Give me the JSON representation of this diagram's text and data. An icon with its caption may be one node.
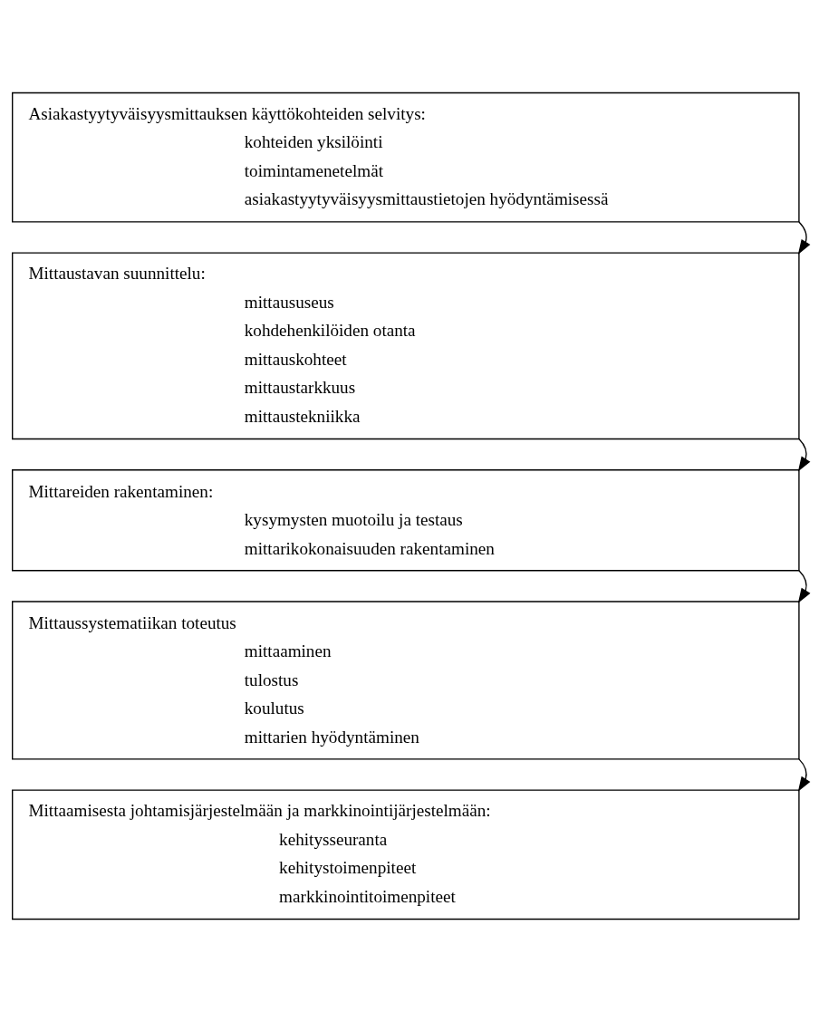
{
  "diagram": {
    "nodes": [
      {
        "text": [
          "Asiakastyytyväisyysmittauksen käyttökohteiden selvitys:",
          "kohteiden yksilöinti",
          "toimintamenetelmät",
          "asiakastyytyväisyysmittaustietojen hyödyntämisessä"
        ]
      },
      {
        "text": [
          "Mittaustavan suunnittelu:",
          "mittaususeus",
          "kohdehenkilöiden otanta",
          "mittauskohteet",
          "mittaustarkkuus",
          "mittaustekniikka"
        ]
      },
      {
        "text": [
          "Mittareiden rakentaminen:",
          "kysymysten muotoilu ja testaus",
          "mittarikokonaisuuden rakentaminen"
        ]
      },
      {
        "text": [
          "Mittaussystematiikan toteutus",
          "mittaaminen",
          "tulostus",
          "koulutus",
          "mittarien hyödyntäminen"
        ]
      },
      {
        "text": [
          "Mittaamisesta johtamisjärjestelmään ja markkinointijärjestelmään:",
          "kehitysseuranta",
          "kehitystoimenpiteet",
          "markkinointitoimenpiteet"
        ]
      }
    ],
    "edges": [
      {
        "from": 0,
        "to": 1,
        "arrow": "to"
      },
      {
        "from": 1,
        "to": 2,
        "arrow": "to"
      },
      {
        "from": 2,
        "to": 3,
        "arrow": "to"
      },
      {
        "from": 3,
        "to": 4,
        "arrow": "to"
      }
    ]
  }
}
